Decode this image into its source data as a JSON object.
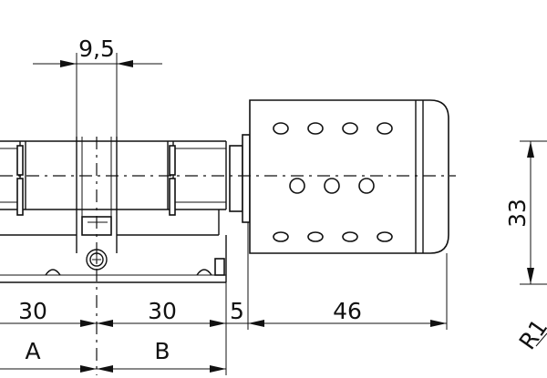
{
  "drawing": {
    "dimensions": {
      "top_width": "9,5",
      "segment_a_length": "30",
      "segment_b_length": "30",
      "gap": "5",
      "knob_length": "46",
      "height": "33",
      "radius_partial": "R1"
    },
    "labels": {
      "segment_a": "A",
      "segment_b": "B"
    }
  }
}
